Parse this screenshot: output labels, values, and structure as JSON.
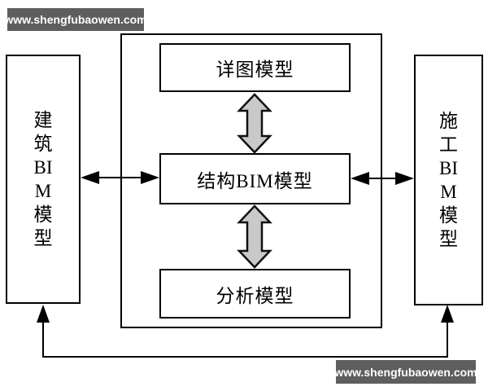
{
  "watermark": {
    "text": "www.shengfubaowen.com",
    "bg_color": "#5e5e5e",
    "text_color": "#ffffff"
  },
  "diagram": {
    "left_box": {
      "label": "建筑BIM模型"
    },
    "right_box": {
      "label": "施工BIM模型"
    },
    "central_group": {
      "top_box": {
        "label": "详图模型"
      },
      "middle_box": {
        "label": "结构BIM模型"
      },
      "bottom_box": {
        "label": "分析模型"
      }
    },
    "colors": {
      "box_border": "#000000",
      "block_arrow_fill": "#c9c9c9",
      "block_arrow_stroke": "#111111",
      "thin_arrow": "#000000"
    }
  }
}
